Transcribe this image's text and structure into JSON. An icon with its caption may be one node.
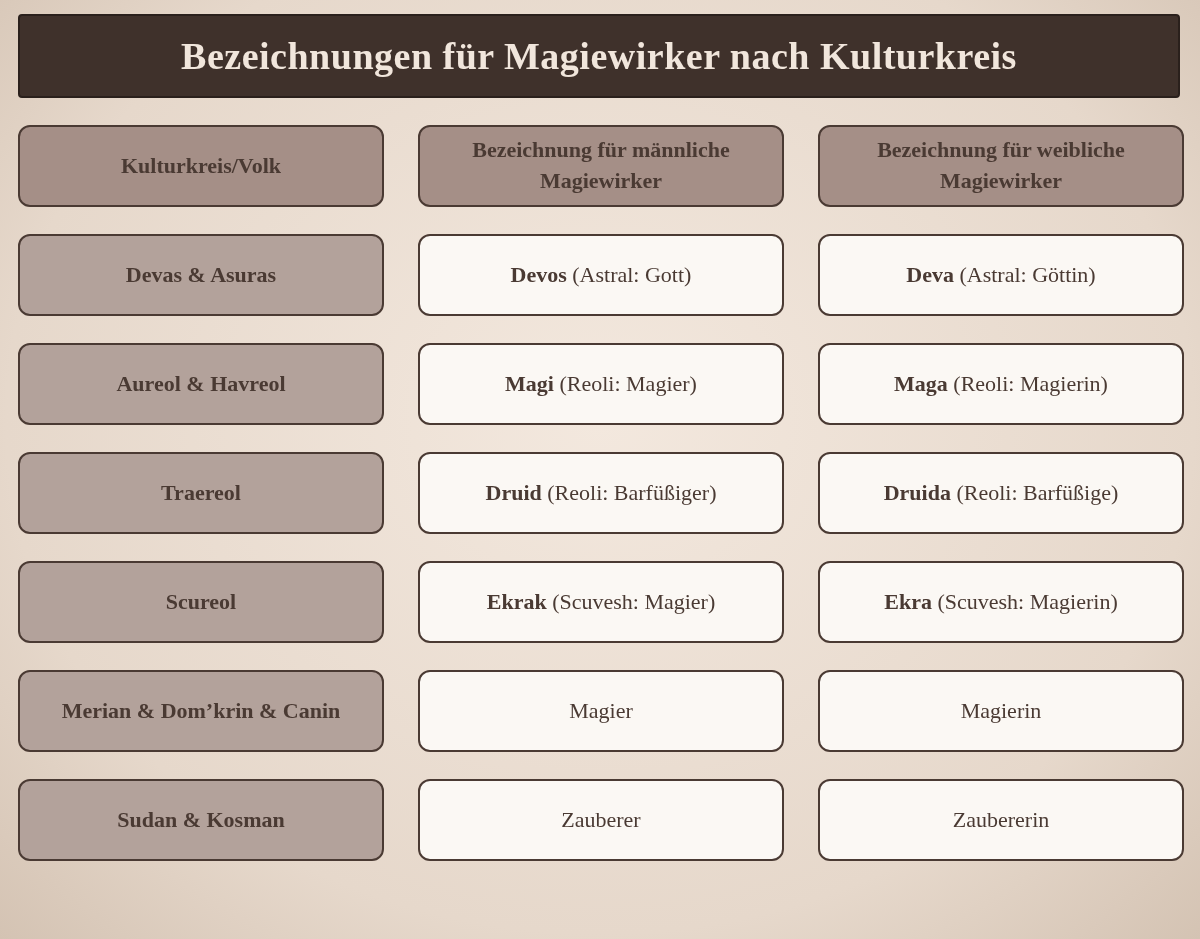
{
  "diagram": {
    "title": "Bezeichnungen für Magiewirker nach Kulturkreis",
    "nodes": [
      {
        "text": [
          "Kulturkreis/Volk"
        ]
      },
      {
        "text": [
          "Bezeichnung für männliche Magiewirker"
        ]
      },
      {
        "text": [
          "Bezeichnung für weibliche Magiewirker"
        ]
      },
      {
        "text": [
          "Devas & Asuras"
        ]
      },
      {
        "text": [
          "**Devos** (Astral: Gott)"
        ]
      },
      {
        "text": [
          "**Deva** (Astral: Göttin)"
        ]
      },
      {
        "text": [
          "Aureol & Havreol"
        ]
      },
      {
        "text": [
          "**Magi** (Reoli: Magier)"
        ]
      },
      {
        "text": [
          "**Maga** (Reoli: Magierin)"
        ]
      },
      {
        "text": [
          "Traereol"
        ]
      },
      {
        "text": [
          "**Druid** (Reoli: Barfüßiger)"
        ]
      },
      {
        "text": [
          "**Druida** (Reoli: Barfüßige)"
        ]
      },
      {
        "text": [
          "Scureol"
        ]
      },
      {
        "text": [
          "**Ekrak** (Scuvesh: Magier)"
        ]
      },
      {
        "text": [
          "**Ekra** (Scuvesh: Magierin)"
        ]
      },
      {
        "text": [
          "Merian & Dom’krin & Canin"
        ]
      },
      {
        "text": [
          "Magier"
        ]
      },
      {
        "text": [
          "Magierin"
        ]
      },
      {
        "text": [
          "Sudan & Kosman"
        ]
      },
      {
        "text": [
          "Zauberer"
        ]
      },
      {
        "text": [
          "Zaubererin"
        ]
      }
    ]
  }
}
